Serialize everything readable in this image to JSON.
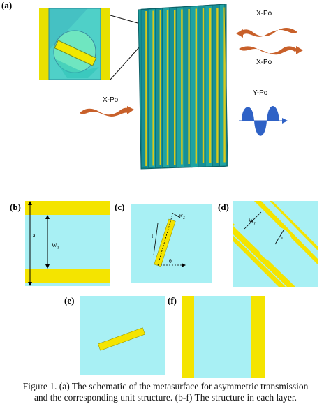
{
  "panel_a": {
    "label": "(a)",
    "x_po_right": "X-Po",
    "x_po_right_lower": "X-Po",
    "x_po_left": "X-Po",
    "y_po": "Y-Po"
  },
  "panel_b": {
    "label": "(b)",
    "a_label": "a",
    "w_label": "W",
    "w_sub": "1"
  },
  "panel_c": {
    "label": "(c)",
    "l_label": "l",
    "w2_label": "w",
    "w2_sub": "2",
    "theta_label": "θ"
  },
  "panel_d": {
    "label": "(d)",
    "w_label": "W",
    "w_sub": "r",
    "r_label": "r"
  },
  "panel_e": {
    "label": "(e)"
  },
  "panel_f": {
    "label": "(f)"
  },
  "caption": {
    "line1": "Figure 1. (a) The schematic of the  metasurface for asymmetric transmission",
    "line2": "and the corresponding unit structure. (b-f) The structure in each layer."
  },
  "colors": {
    "cell_bg": "#a8f0f4",
    "strip": "#f4e400",
    "stack_teal": "#1e9c9c",
    "wave_orange": "#c8602a",
    "wave_blue": "#2f62c6"
  }
}
